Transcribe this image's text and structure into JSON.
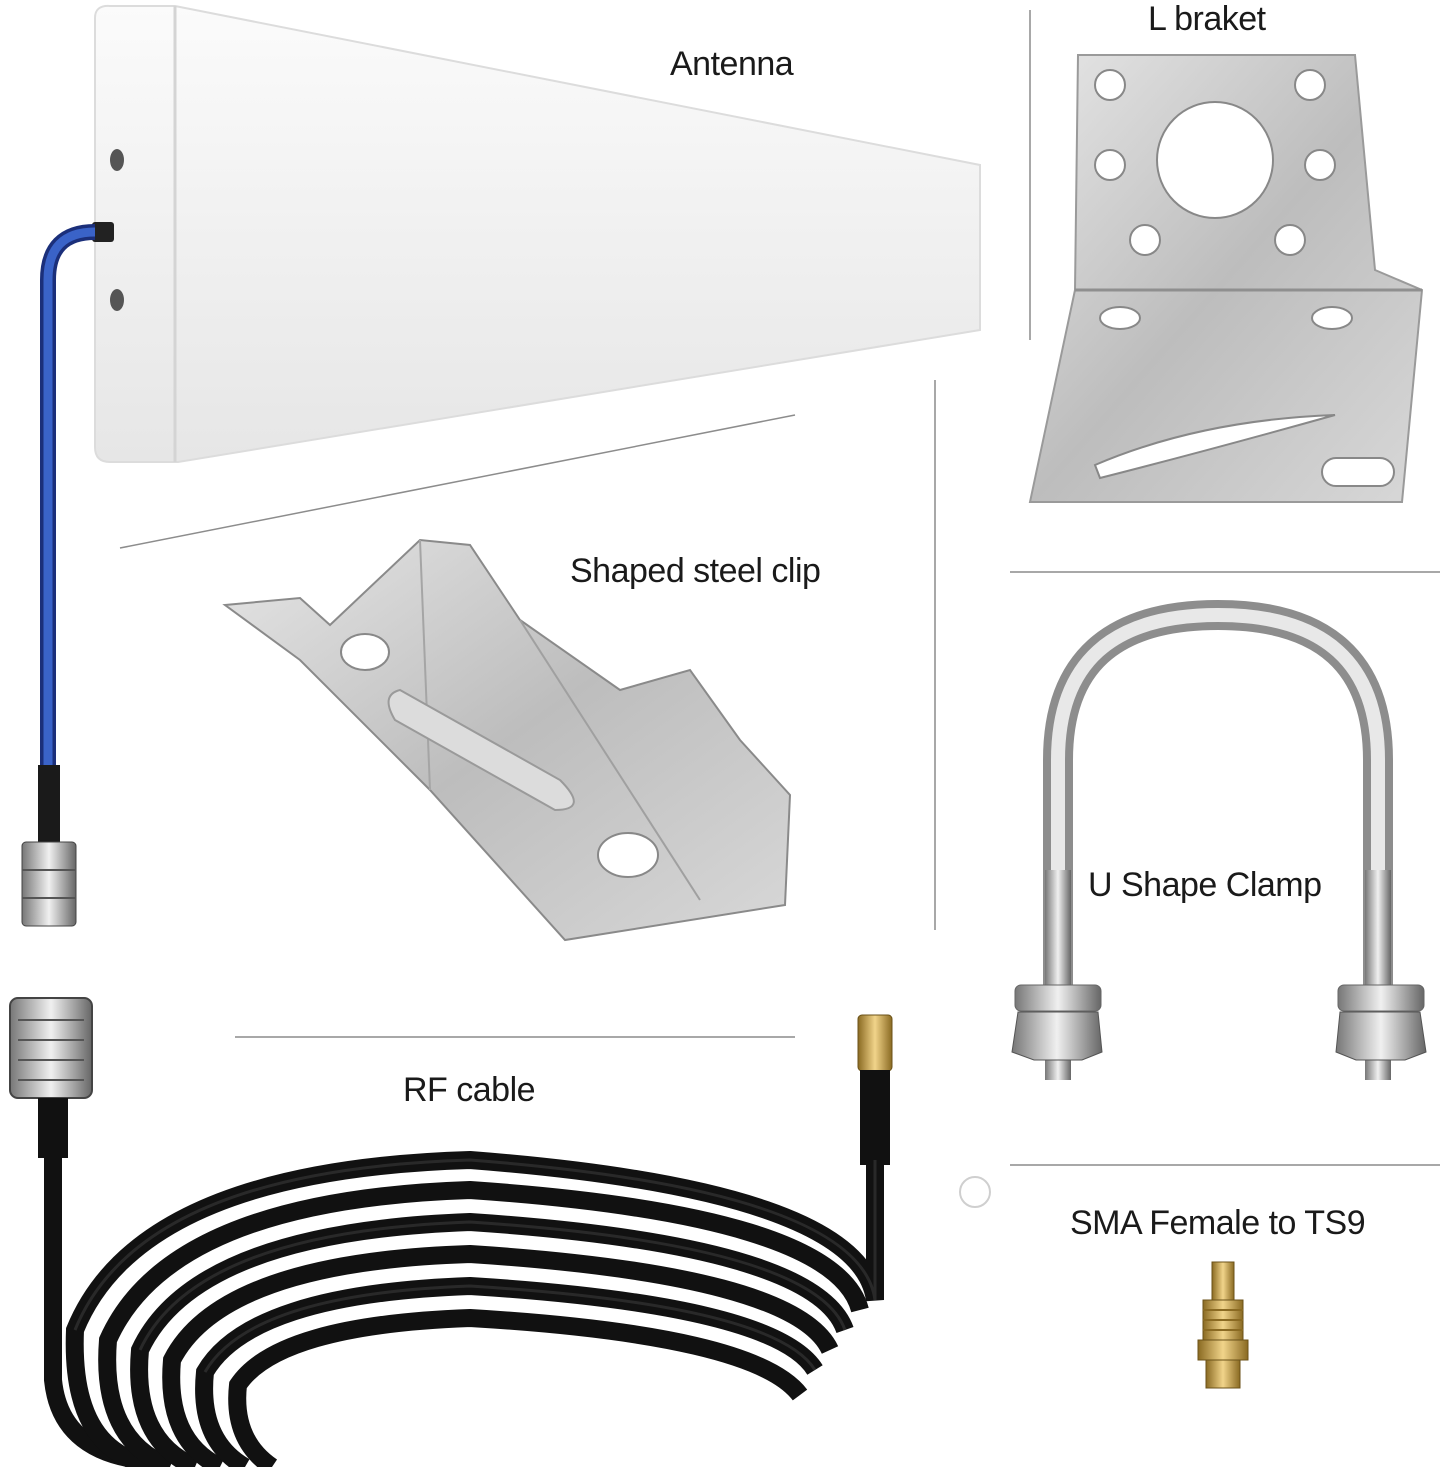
{
  "labels": {
    "antenna": "Antenna",
    "l_bracket": "L braket",
    "steel_clip": "Shaped steel clip",
    "u_clamp": "U Shape Clamp",
    "rf_cable": "RF cable",
    "sma_adapter": "SMA Female to TS9"
  },
  "colors": {
    "background": "#ffffff",
    "antenna_panel": "#f2f2f2",
    "blue_cable": "#2a4fb0",
    "metal": "#c8c8c8",
    "black_cable": "#111111",
    "gold": "#c9a24a"
  }
}
